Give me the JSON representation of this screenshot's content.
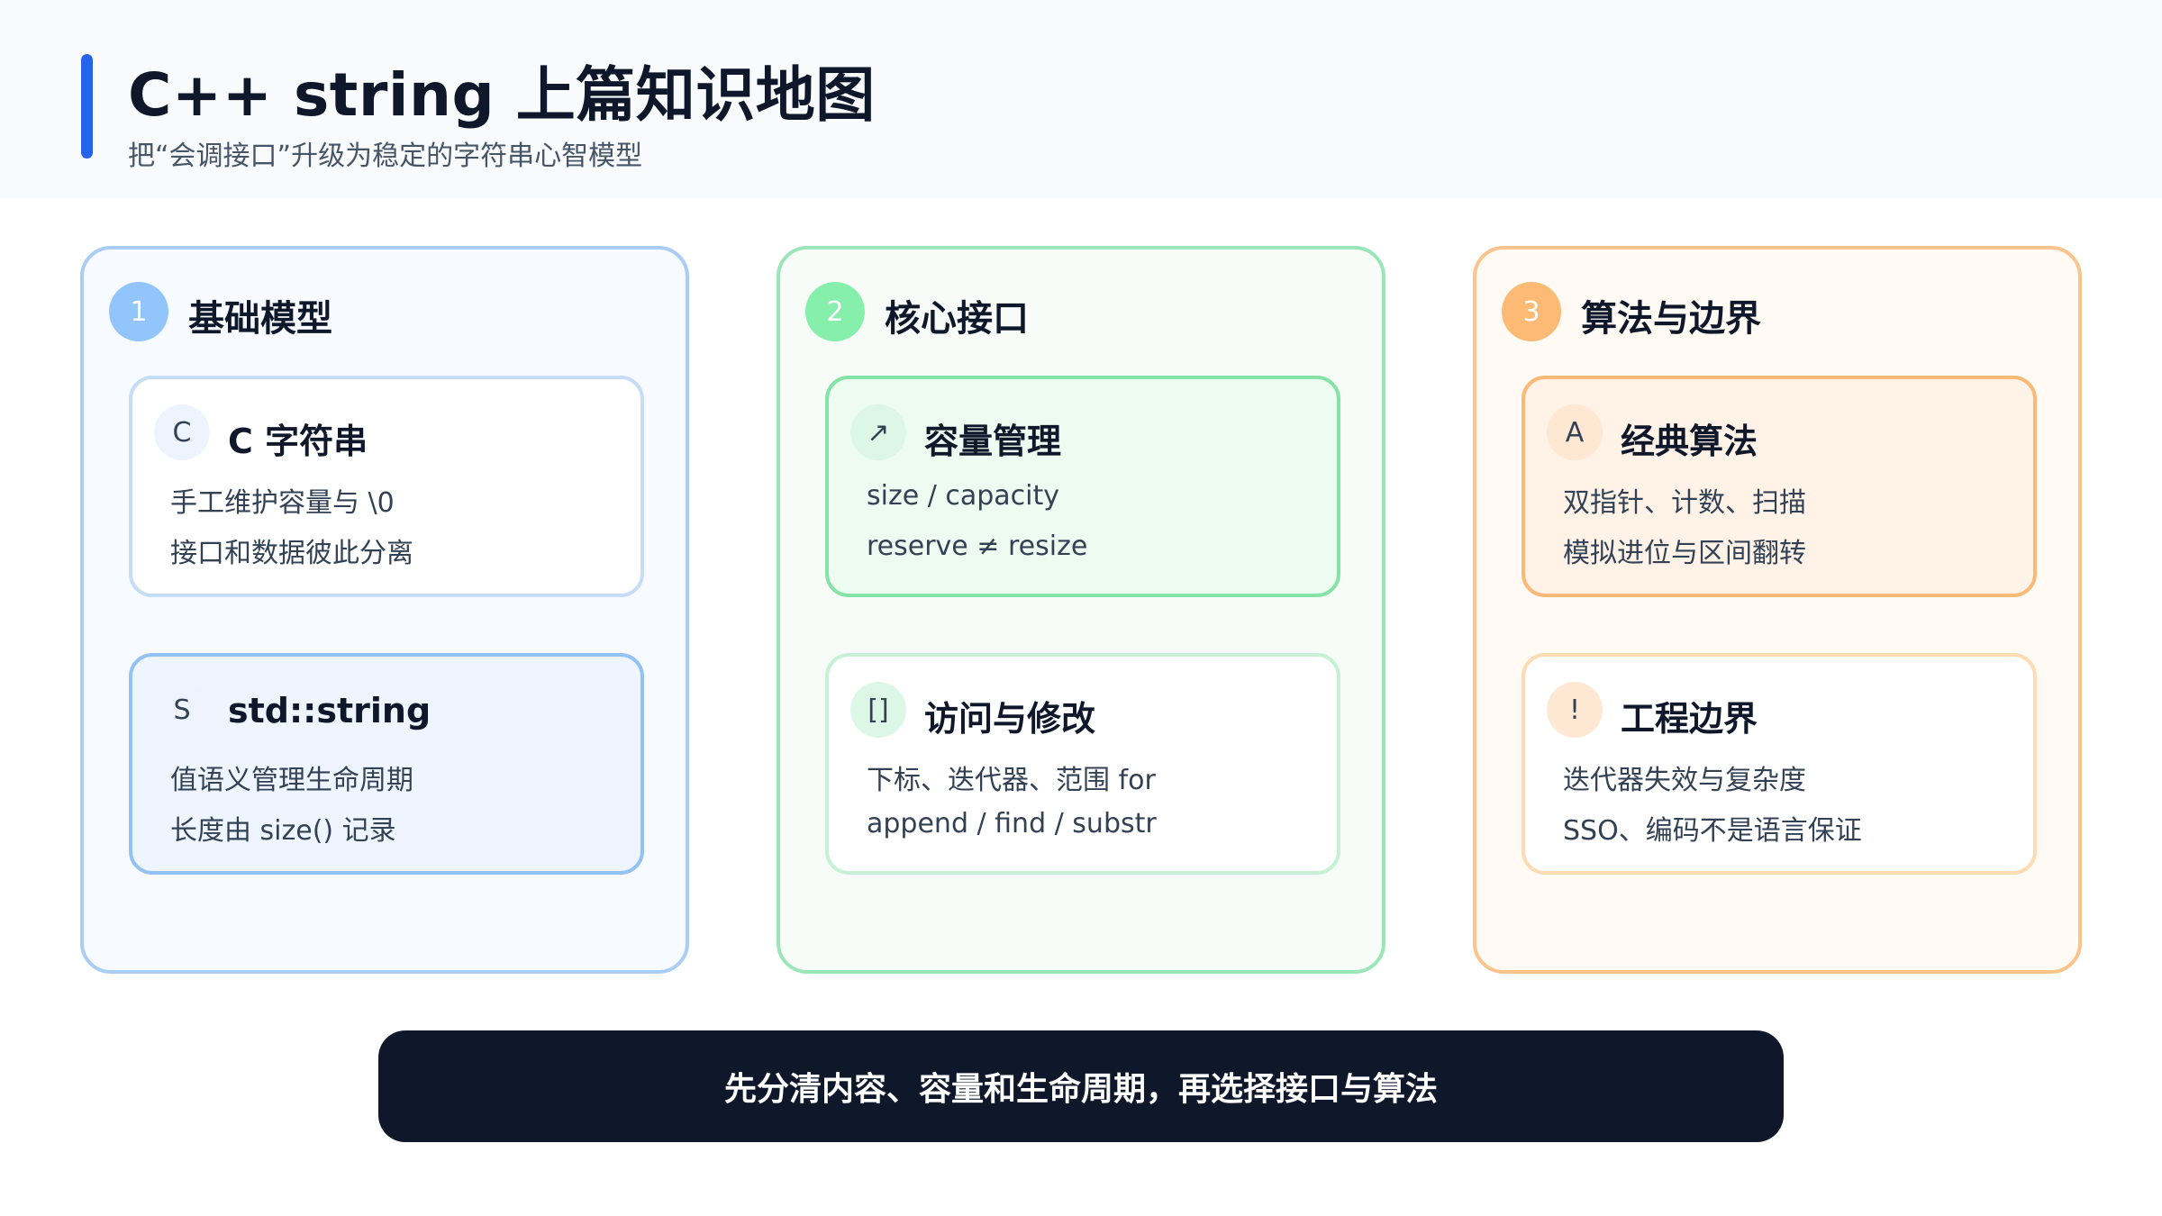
{
  "header": {
    "title": "C++ string 上篇知识地图",
    "subtitle": "把“会调接口”升级为稳定的字符串心智模型"
  },
  "columns": [
    {
      "badge": "1",
      "title": "基础模型",
      "cards": [
        {
          "icon": "C",
          "title": "C 字符串",
          "lines": [
            "手工维护容量与 \\0",
            "接口和数据彼此分离"
          ]
        },
        {
          "icon": "S",
          "title": "std::string",
          "lines": [
            "值语义管理生命周期",
            "长度由 size() 记录"
          ]
        }
      ]
    },
    {
      "badge": "2",
      "title": "核心接口",
      "cards": [
        {
          "icon": "↗",
          "title": "容量管理",
          "lines": [
            "size / capacity",
            "reserve ≠ resize"
          ]
        },
        {
          "icon": "[]",
          "title": "访问与修改",
          "lines": [
            "下标、迭代器、范围 for",
            "append / find / substr"
          ]
        }
      ]
    },
    {
      "badge": "3",
      "title": "算法与边界",
      "cards": [
        {
          "icon": "A",
          "title": "经典算法",
          "lines": [
            "双指针、计数、扫描",
            "模拟进位与区间翻转"
          ]
        },
        {
          "icon": "!",
          "title": "工程边界",
          "lines": [
            "迭代器失效与复杂度",
            "SSO、编码不是语言保证"
          ]
        }
      ]
    }
  ],
  "footer": {
    "text": "先分清内容、容量和生命周期，再选择接口与算法"
  },
  "colors": {
    "accent": "#2563eb",
    "blue": "#93c5fd",
    "green": "#86efac",
    "orange": "#fdba74",
    "dark": "#0f172a"
  }
}
